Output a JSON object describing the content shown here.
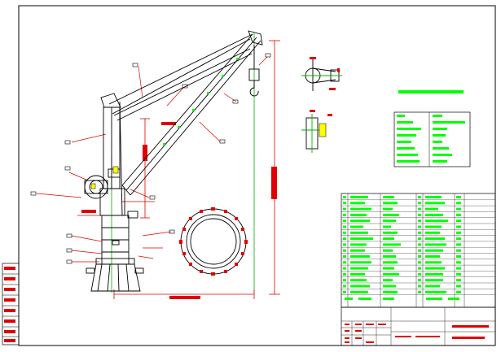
{
  "drawing": {
    "title": "",
    "text_present": false
  },
  "colors": {
    "background": "#ffffff",
    "outline": "#000000",
    "dimension": "#ff0000",
    "centerline": "#00b000",
    "table_text": "#00ff00"
  },
  "parts": [
    "border-frame",
    "crane-pedestal",
    "crane-column",
    "jib-boom",
    "luffing-cylinder",
    "hook-block",
    "slewing-ring-detail",
    "pulley-detail",
    "bracket-detail",
    "tech-spec-table",
    "parts-list-table",
    "title-block",
    "revision-block"
  ]
}
